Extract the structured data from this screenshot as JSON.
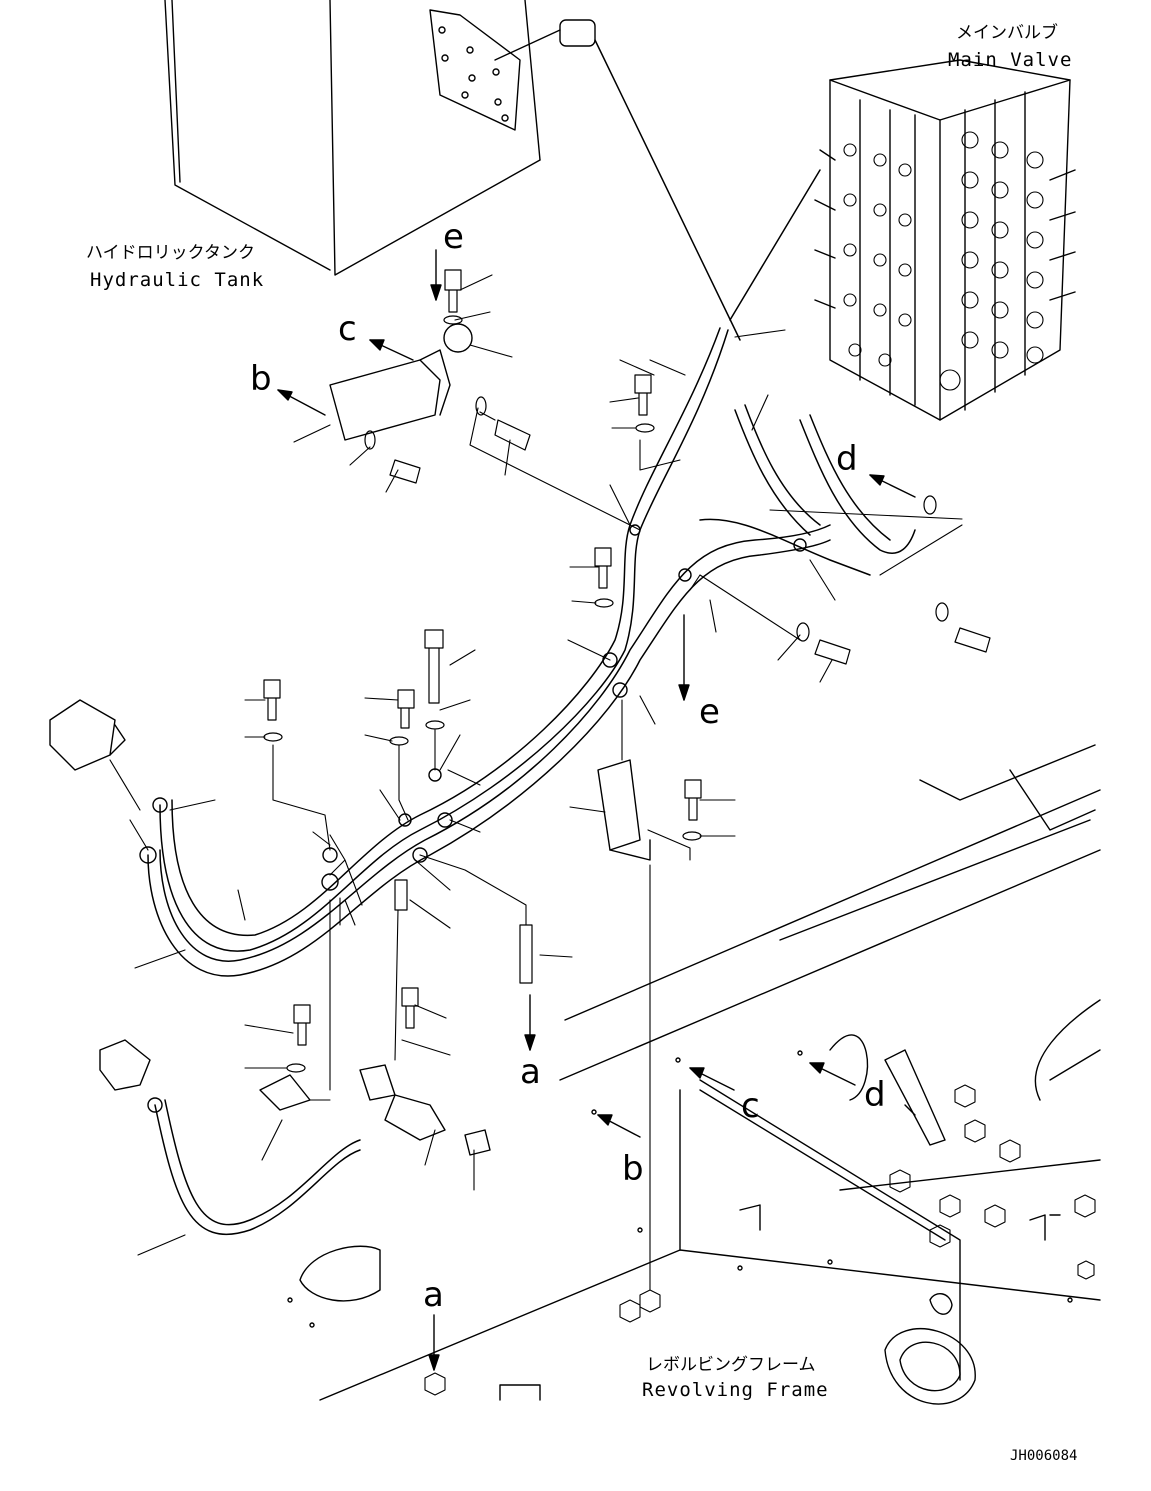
{
  "labels": {
    "main_valve_jp": "メインバルブ",
    "main_valve_en": "Main Valve",
    "hydraulic_tank_jp": "ハイドロリックタンク",
    "hydraulic_tank_en": "Hydraulic Tank",
    "revolving_frame_jp": "レボルビングフレーム",
    "revolving_frame_en": "Revolving Frame",
    "drawing_code": "JH006084"
  },
  "view_letters": {
    "a": "a",
    "b": "b",
    "c": "c",
    "d": "d",
    "e": "e"
  }
}
